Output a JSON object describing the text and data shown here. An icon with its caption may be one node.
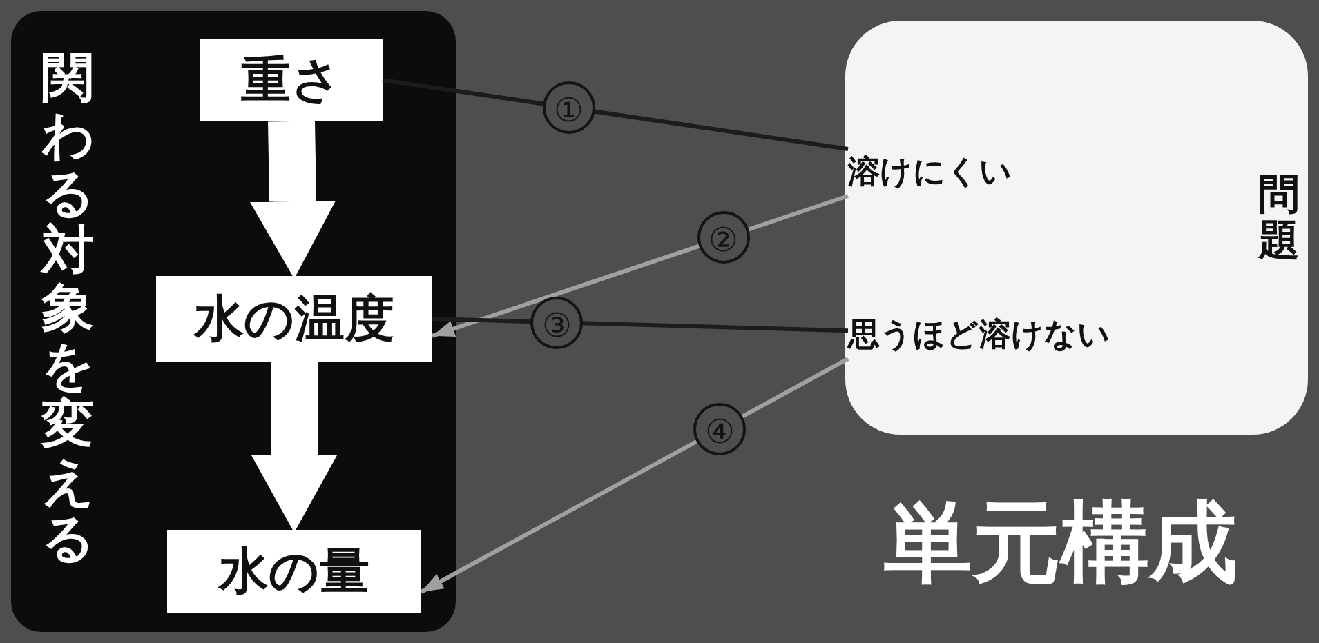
{
  "diagram": {
    "title": "単元構成",
    "nodes": [
      {
        "text": [
          "関わる対象を変える"
        ]
      },
      {
        "text": [
          "重さ"
        ],
        "in": 0
      },
      {
        "text": [
          "水の温度"
        ],
        "in": 0
      },
      {
        "text": [
          "水の量"
        ],
        "in": 0
      },
      {
        "text": [
          "問題"
        ]
      },
      {
        "text": [
          "溶けにくい"
        ],
        "in": 4
      },
      {
        "text": [
          "思うほど溶けない"
        ],
        "in": 4
      }
    ],
    "edges": [
      {
        "from": 1,
        "to": 2,
        "arrow": "to",
        "style": "thick",
        "color": "#ffffff"
      },
      {
        "from": 2,
        "to": 3,
        "arrow": "to",
        "style": "thick",
        "color": "#ffffff"
      },
      {
        "from": 1,
        "to": 5,
        "arrow": "none",
        "label": "①",
        "color": "#1c1c1c"
      },
      {
        "from": 5,
        "to": 2,
        "arrow": "to",
        "label": "②",
        "color": "#a0a0a0"
      },
      {
        "from": 2,
        "to": 6,
        "arrow": "none",
        "label": "③",
        "color": "#1c1c1c"
      },
      {
        "from": 6,
        "to": 3,
        "arrow": "to",
        "label": "④",
        "color": "#a0a0a0"
      }
    ]
  }
}
